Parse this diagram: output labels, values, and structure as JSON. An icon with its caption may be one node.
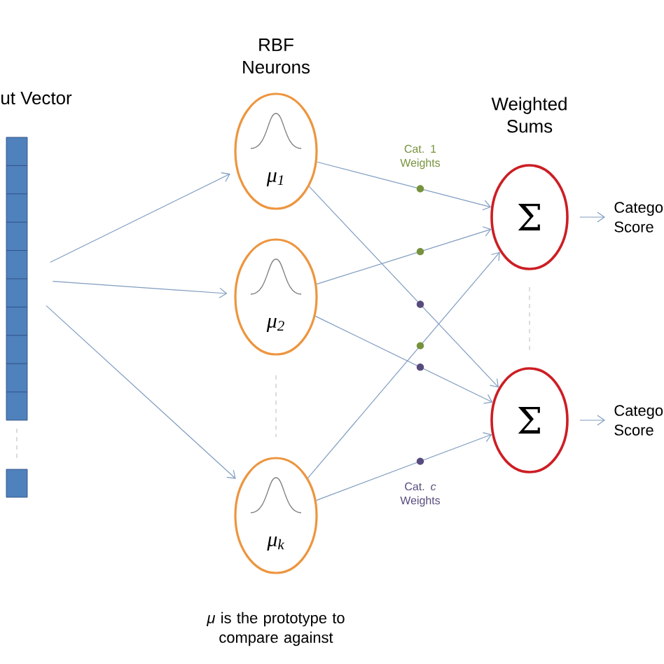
{
  "diagram": {
    "nodes": [
      {
        "text": [
          "ut Vector"
        ]
      },
      {
        "text": [
          "μ$_{1}$"
        ]
      },
      {
        "text": [
          "μ$_{2}$"
        ]
      },
      {
        "text": [
          "μ$_{k}$"
        ]
      },
      {
        "text": [
          "Σ"
        ]
      },
      {
        "text": [
          "Σ"
        ]
      },
      {
        "text": [
          "Catego Score"
        ]
      },
      {
        "text": [
          "Catego Score"
        ]
      }
    ],
    "edges": [
      {
        "from": 0,
        "to": 1,
        "arrow": "to"
      },
      {
        "from": 0,
        "to": 2,
        "arrow": "to"
      },
      {
        "from": 0,
        "to": 3,
        "arrow": "to"
      },
      {
        "from": 1,
        "to": 4,
        "arrow": "to"
      },
      {
        "from": 1,
        "to": 5,
        "arrow": "to"
      },
      {
        "from": 2,
        "to": 4,
        "arrow": "to"
      },
      {
        "from": 2,
        "to": 5,
        "arrow": "to"
      },
      {
        "from": 3,
        "to": 4,
        "arrow": "to"
      },
      {
        "from": 3,
        "to": 5,
        "arrow": "to"
      },
      {
        "from": 4,
        "to": 6,
        "arrow": "to"
      },
      {
        "from": 5,
        "to": 7,
        "arrow": "to"
      }
    ],
    "labels": [
      "RBF Neurons",
      "Weighted Sums",
      "Cat. 1 Weights",
      "Cat. *c* Weights",
      "*μ* is the prototype to compare against"
    ]
  }
}
